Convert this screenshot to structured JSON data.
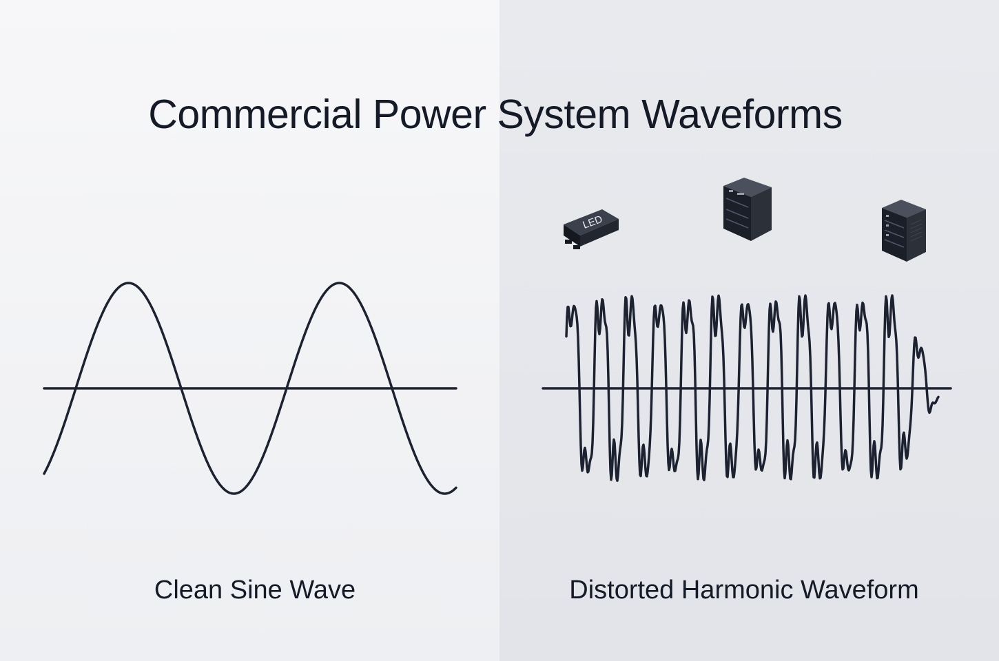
{
  "title": "Commercial Power System Waveforms",
  "left_panel": {
    "caption": "Clean Sine Wave"
  },
  "right_panel": {
    "caption": "Distorted Harmonic Waveform",
    "devices": [
      {
        "icon": "led-driver-icon",
        "label": "LED"
      },
      {
        "icon": "server-rack-icon"
      },
      {
        "icon": "server-tower-icon"
      }
    ]
  },
  "colors": {
    "line": "#1c2230",
    "left_background": "#f2f2f5",
    "right_background": "#e5e6ea"
  }
}
